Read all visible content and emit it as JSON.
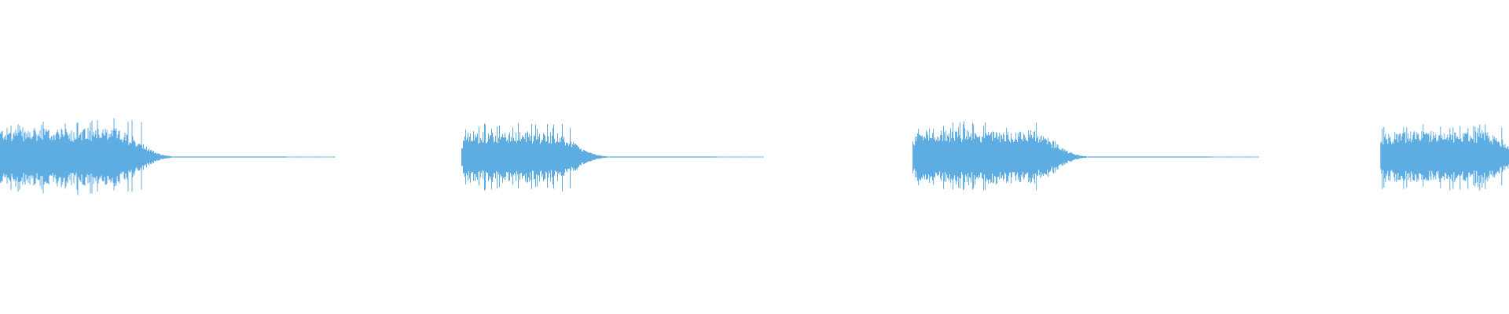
{
  "waveform": {
    "color": "#5dade2",
    "segments": [
      {
        "start": 0.0,
        "burst_end": 0.094,
        "tail_end": 0.222,
        "peak": 0.5
      },
      {
        "start": 0.306,
        "burst_end": 0.382,
        "tail_end": 0.506,
        "peak": 0.44
      },
      {
        "start": 0.605,
        "burst_end": 0.7,
        "tail_end": 0.834,
        "peak": 0.48
      },
      {
        "start": 0.915,
        "burst_end": 1.0,
        "tail_end": 1.0,
        "peak": 0.44
      }
    ]
  }
}
